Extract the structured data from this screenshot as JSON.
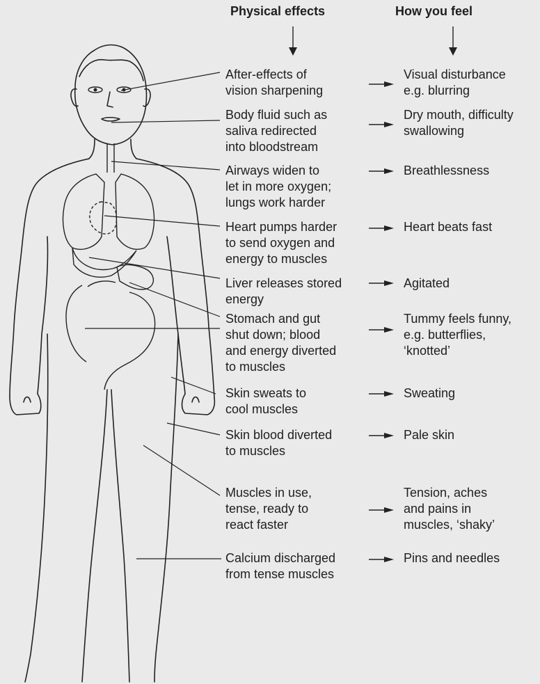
{
  "headers": {
    "physical": "Physical effects",
    "feel": "How you feel"
  },
  "rows": [
    {
      "effect": "After-effects of\nvision sharpening",
      "feeling": "Visual disturbance\ne.g. blurring"
    },
    {
      "effect": "Body fluid such as\nsaliva redirected\ninto bloodstream",
      "feeling": "Dry mouth, difficulty\nswallowing"
    },
    {
      "effect": "Airways widen to\nlet in more oxygen;\nlungs work harder",
      "feeling": "Breathlessness"
    },
    {
      "effect": "Heart pumps harder\nto send oxygen and\nenergy to muscles",
      "feeling": "Heart beats fast"
    },
    {
      "effect": "Liver releases stored\nenergy",
      "feeling": "Agitated"
    },
    {
      "effect": "Stomach and gut\nshut down; blood\nand energy diverted\nto muscles",
      "feeling": "Tummy feels funny,\ne.g. butterflies,\n‘knotted’"
    },
    {
      "effect": "Skin sweats to\ncool muscles",
      "feeling": "Sweating"
    },
    {
      "effect": "Skin blood diverted\nto muscles",
      "feeling": "Pale skin"
    },
    {
      "effect": "Muscles in use,\ntense, ready to\nreact faster",
      "feeling": "Tension, aches\nand pains in\nmuscles, ‘shaky’"
    },
    {
      "effect": "Calcium discharged\nfrom tense muscles",
      "feeling": "Pins and needles"
    }
  ]
}
